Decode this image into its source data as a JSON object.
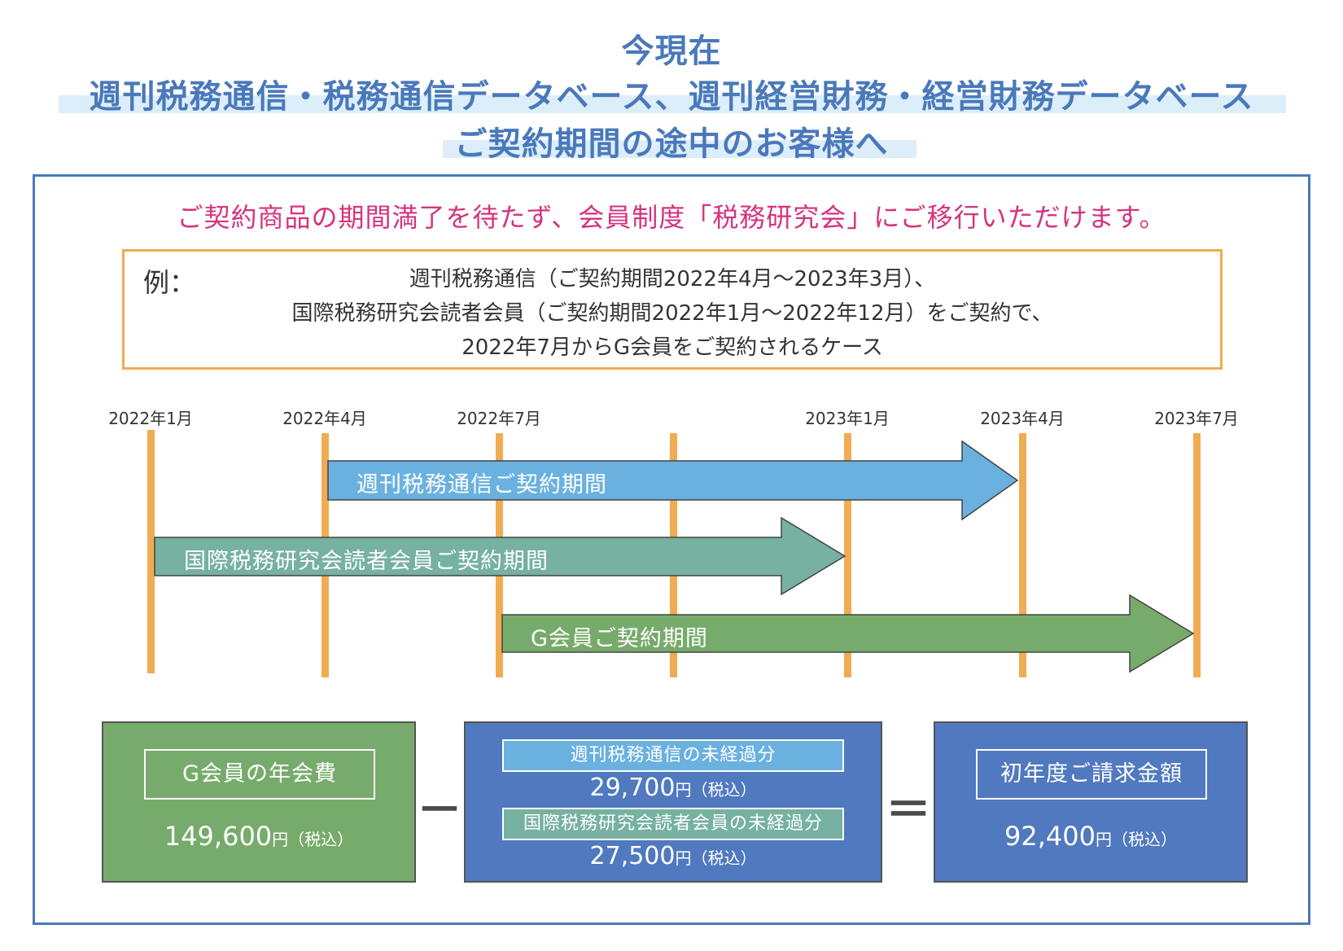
{
  "header": {
    "line1": "今現在",
    "line2": "週刊税務通信・税務通信データベース、週刊経営財務・経営財務データベース",
    "line3": "ご契約期間の途中のお客様へ"
  },
  "lead_text": "ご契約商品の期間満了を待たず、会員制度「税務研究会」にご移行いただけます。",
  "example": {
    "label": "例：",
    "lines": [
      "週刊税務通信（ご契約期間2022年4月〜2023年3月）、",
      "国際税務研究会読者会員（ご契約期間2022年1月〜2022年12月）をご契約で、",
      "2022年7月からG会員をご契約されるケース"
    ]
  },
  "timeline": {
    "dates": [
      "2022年1月",
      "2022年4月",
      "2022年7月",
      "",
      "2023年1月",
      "2023年4月",
      "2023年7月"
    ],
    "bars": [
      {
        "label": "週刊税務通信ご契約期間",
        "color": "#6ab1e0"
      },
      {
        "label": "国際税務研究会読者会員ご契約期間",
        "color": "#76b1a2"
      },
      {
        "label": "G会員ご契約期間",
        "color": "#77ab6b"
      }
    ],
    "line_color": "#f0ac52"
  },
  "calc": {
    "annual_fee_title": "G会員の年会費",
    "annual_fee_amount": "149,600",
    "minus": "－",
    "unused1_title": "週刊税務通信の未経過分",
    "unused1_amount": "29,700",
    "unused2_title": "国際税務研究会読者会員の未経過分",
    "unused2_amount": "27,500",
    "equals": "＝",
    "first_year_title": "初年度ご請求金額",
    "first_year_amount": "92,400",
    "unit": "円（税込）"
  },
  "colors": {
    "header": "#4a79bb",
    "lead": "#d6337e",
    "example_border": "#f0ac52",
    "green_box": "#77ab6b",
    "blue_box": "#5079bf"
  }
}
